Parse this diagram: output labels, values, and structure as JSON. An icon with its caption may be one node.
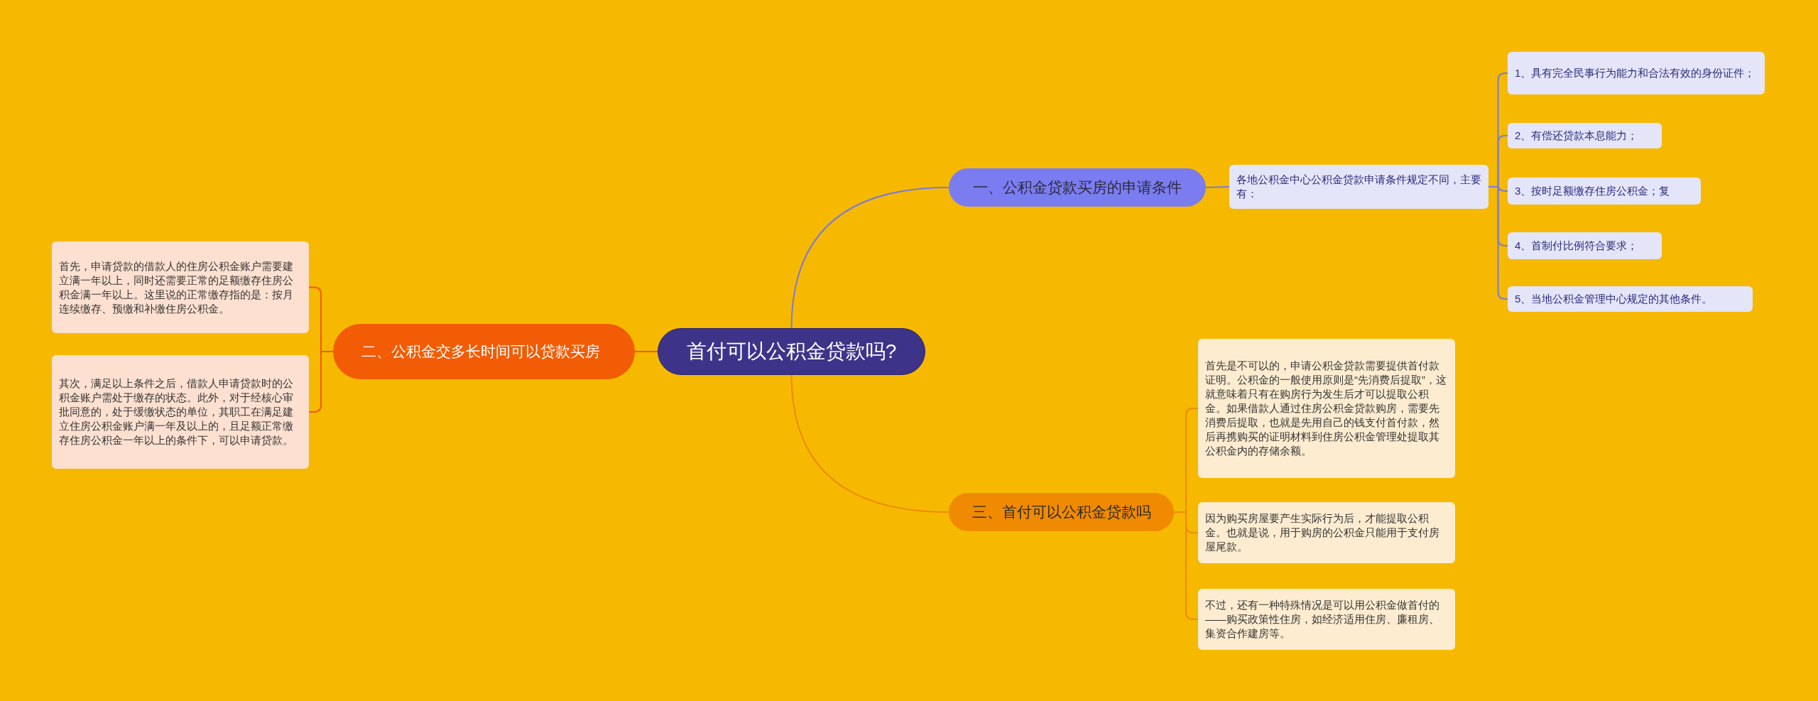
{
  "diagram": {
    "nodes": [
      {
        "text": [
          "首付可以公积金贷款吗?"
        ]
      },
      {
        "text": [
          "一、公积金贷款买房的申请条件"
        ]
      },
      {
        "text": [
          "各地公积金中心公积金贷款申请条件规定不同，主要有："
        ]
      },
      {
        "text": [
          "1、具有完全民事行为能力和合法有效的身份证件；"
        ]
      },
      {
        "text": [
          "2、有偿还贷款本息能力；"
        ]
      },
      {
        "text": [
          "3、按时足额缴存住房公积金；复"
        ]
      },
      {
        "text": [
          "4、首制付比例符合要求；"
        ]
      },
      {
        "text": [
          "5、当地公积金管理中心规定的其他条件。"
        ]
      },
      {
        "text": [
          "二、公积金交多长时间可以贷款买房"
        ]
      },
      {
        "text": [
          "首先，申请贷款的借款人的住房公积金账户需要建立满一年以上，同时还需要正常的足额缴存住房公积金满一年以上。这里说的正常缴存指的是：按月连续缴存、预缴和补缴住房公积金。"
        ]
      },
      {
        "text": [
          "其次，满足以上条件之后，借款人申请贷款时的公积金账户需处于缴存的状态。此外，对于经核心审批同意的，处于缓缴状态的单位，其职工在满足建立住房公积金账户满一年及以上的，且足额正常缴存住房公积金一年以上的条件下，可以申请贷款。"
        ]
      },
      {
        "text": [
          "三、首付可以公积金贷款吗"
        ]
      },
      {
        "text": [
          "首先是不可以的，申请公积金贷款需要提供首付款证明。公积金的一般使用原则是“先消费后提取”，这就意味着只有在购房行为发生后才可以提取公积金。如果借款人通过住房公积金贷款购房，需要先消费后提取，也就是先用自己的钱支付首付款，然后再携购买的证明材料到住房公积金管理处提取其公积金内的存储余额。"
        ]
      },
      {
        "text": [
          "因为购买房屋要产生实际行为后，才能提取公积金。也就是说，用于购房的公积金只能用于支付房屋尾款。"
        ]
      },
      {
        "text": [
          "不过，还有一种特殊情况是可以用公积金做首付的——购买政策性住房，如经济适用住房、廉租房、集资合作建房等。"
        ]
      }
    ],
    "edges": [
      {
        "from": 0,
        "to": 1,
        "arrow": "none"
      },
      {
        "from": 1,
        "to": 2,
        "arrow": "none"
      },
      {
        "from": 2,
        "to": 3,
        "arrow": "none"
      },
      {
        "from": 2,
        "to": 4,
        "arrow": "none"
      },
      {
        "from": 2,
        "to": 5,
        "arrow": "none"
      },
      {
        "from": 2,
        "to": 6,
        "arrow": "none"
      },
      {
        "from": 2,
        "to": 7,
        "arrow": "none"
      },
      {
        "from": 0,
        "to": 8,
        "arrow": "none",
        "color": "#f05a0a"
      },
      {
        "from": 8,
        "to": 9,
        "arrow": "none",
        "color": "#f05a0a"
      },
      {
        "from": 8,
        "to": 10,
        "arrow": "none",
        "color": "#f05a0a"
      },
      {
        "from": 0,
        "to": 11,
        "arrow": "none",
        "color": "#ee8a06"
      },
      {
        "from": 11,
        "to": 12,
        "arrow": "none",
        "color": "#ee8a06"
      },
      {
        "from": 11,
        "to": 13,
        "arrow": "none",
        "color": "#ee8a06"
      },
      {
        "from": 11,
        "to": 14,
        "arrow": "none",
        "color": "#ee8a06"
      }
    ]
  }
}
